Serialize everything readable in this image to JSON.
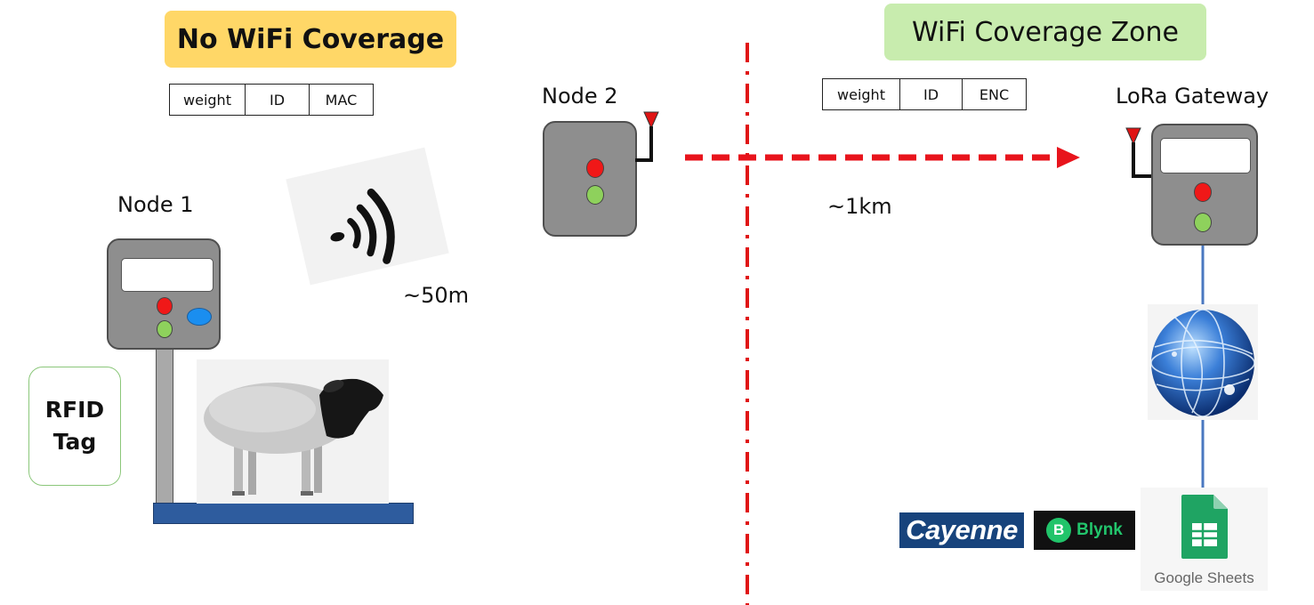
{
  "zones": {
    "left_title": "No WiFi Coverage",
    "right_title": "WiFi Coverage Zone"
  },
  "packets": {
    "left": [
      "weight",
      "ID",
      "MAC"
    ],
    "right": [
      "weight",
      "ID",
      "ENC"
    ]
  },
  "nodes": {
    "node1": "Node  1",
    "node2": "Node  2",
    "gateway": "LoRa Gateway"
  },
  "distances": {
    "wifi_range": "~50m",
    "lora_range": "~1km"
  },
  "rfid": {
    "line1": "RFID",
    "line2": "Tag"
  },
  "services": {
    "cayenne": "Cayenne",
    "blynk_badge": "B",
    "blynk": "Blynk",
    "sheets": "Google Sheets"
  },
  "colors": {
    "no_wifi_zone": "#ffd767",
    "wifi_zone": "#c8ecae",
    "boundary": "#e01515",
    "link_arrow": "#e8141c",
    "device_body": "#8e8e8e",
    "gateway_line": "#4a78c0"
  },
  "icons": [
    "wifi-signal-icon",
    "antenna-icon",
    "globe-icon",
    "sheep-illustration",
    "google-sheets-icon"
  ]
}
